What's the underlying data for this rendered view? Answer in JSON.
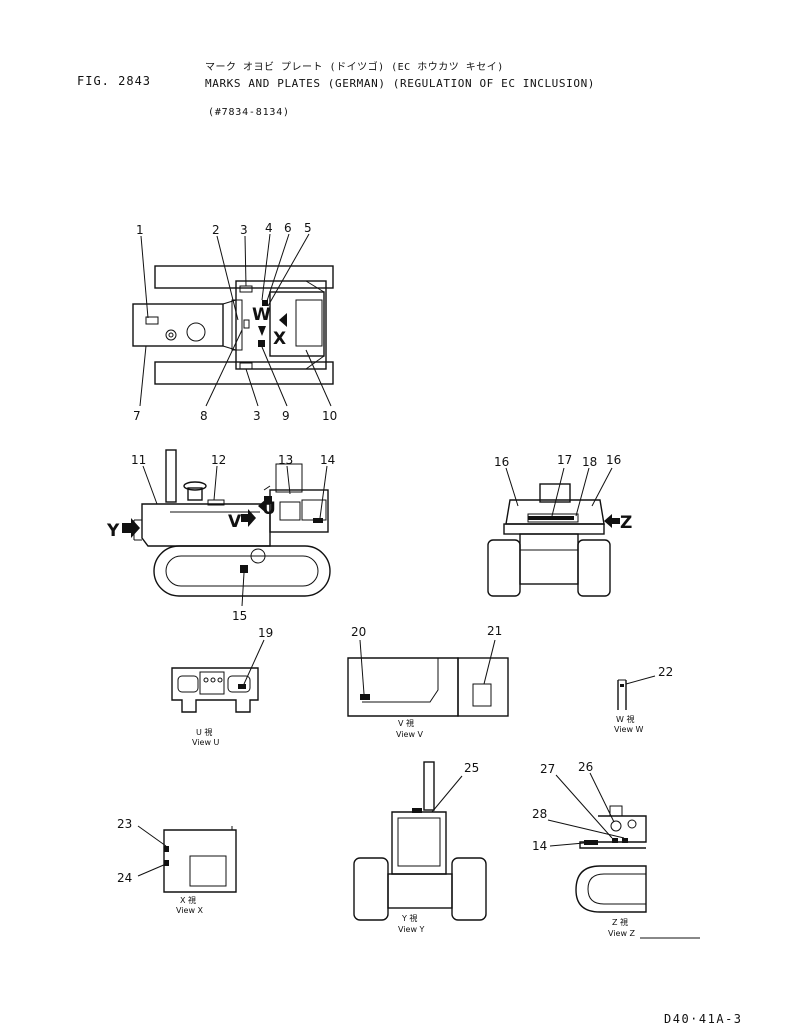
{
  "header": {
    "fig": "FIG. 2843",
    "title_jp": "マーク オヨビ プレート (ドイツゴ) (EC ホウカツ キセイ)",
    "title_en": "MARKS AND PLATES (GERMAN) (REGULATION OF EC INCLUSION)",
    "serial": "(#7834-8134)"
  },
  "footer": {
    "code": "D40·41A-3"
  },
  "callouts": {
    "c1": "1",
    "c2": "2",
    "c3": "3",
    "c4": "4",
    "c5": "5",
    "c6": "6",
    "c7": "7",
    "c8": "8",
    "c3b": "3",
    "c9": "9",
    "c10": "10",
    "c11": "11",
    "c12": "12",
    "c13": "13",
    "c14": "14",
    "c15": "15",
    "c16": "16",
    "c17": "17",
    "c18": "18",
    "c16b": "16",
    "c19": "19",
    "c20": "20",
    "c21": "21",
    "c22": "22",
    "c23": "23",
    "c24": "24",
    "c25": "25",
    "c26": "26",
    "c27": "27",
    "c28": "28",
    "c14b": "14"
  },
  "view_markers": {
    "w": "W",
    "x": "X",
    "y": "Y",
    "v": "V",
    "u": "U",
    "z": "Z"
  },
  "view_captions": {
    "u_jp": "U 視",
    "u_en": "View U",
    "v_jp": "V 視",
    "v_en": "View V",
    "w_jp": "W 視",
    "w_en": "View W",
    "x_jp": "X 視",
    "x_en": "View X",
    "y_jp": "Y 視",
    "y_en": "View Y",
    "z_jp": "Z 視",
    "z_en": "View Z"
  }
}
